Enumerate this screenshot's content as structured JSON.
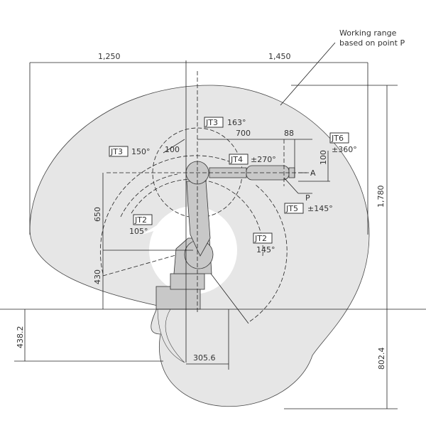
{
  "annotation": {
    "line1": "Working range",
    "line2": "based on point P"
  },
  "dimensions": {
    "left_reach": "1,250",
    "right_reach": "1,450",
    "height_total": "1,780",
    "arm_upper": "650",
    "base_height": "430",
    "below_left": "438.2",
    "below_right": "802.4",
    "offset_bottom": "305.6",
    "forearm": "700",
    "wrist": "88",
    "offset_100": "100",
    "wrist_height": "100"
  },
  "joints": [
    {
      "label": "JT3",
      "value": "163°"
    },
    {
      "label": "JT3",
      "value": "150°"
    },
    {
      "label": "JT4",
      "value": "±270°"
    },
    {
      "label": "JT6",
      "value": "±360°"
    },
    {
      "label": "JT5",
      "value": "±145°"
    },
    {
      "label": "JT2",
      "value": "105°"
    },
    {
      "label": "JT2",
      "value": "145°"
    }
  ],
  "markers": {
    "point": "P",
    "view": "A"
  },
  "colors": {
    "range_fill": "#e6e6e6",
    "robot_fill": "#c8c8c8"
  }
}
